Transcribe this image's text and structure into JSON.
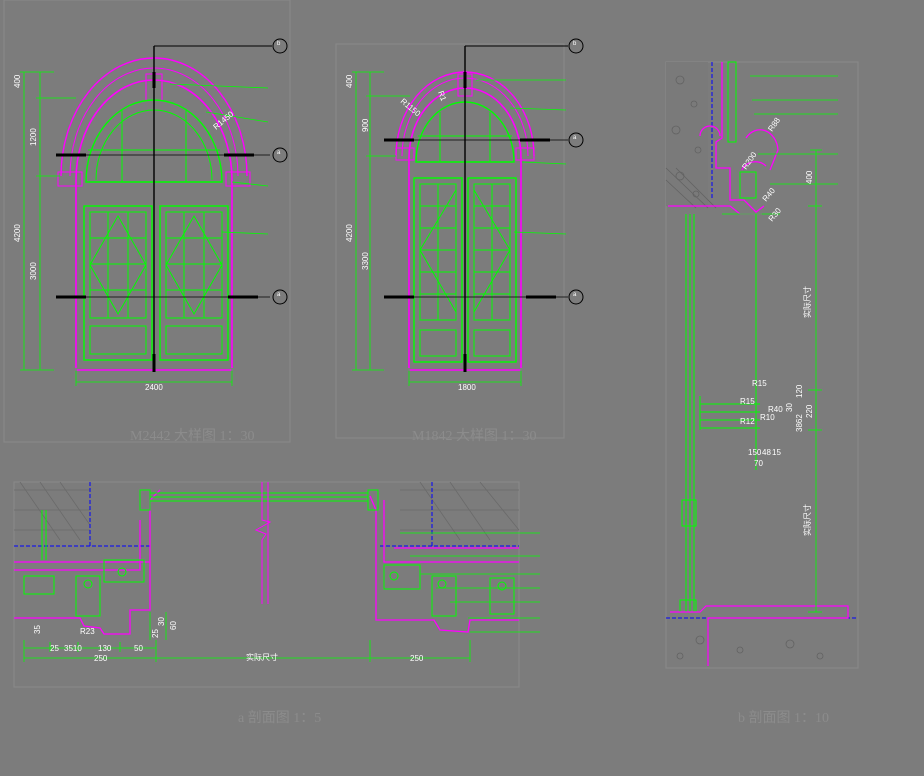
{
  "titles": {
    "m2442": "M2442 大样图  1：30",
    "m1842": "M1842 大样图  1：30",
    "section_a": "a 剖面图  1：5",
    "section_b": "b 剖面图  1：10"
  },
  "m2442": {
    "dims_left": [
      "400",
      "1200",
      "4200",
      "3000"
    ],
    "width": "2400",
    "radius": "R1450"
  },
  "m1842": {
    "dims_left": [
      "400",
      "900",
      "4200",
      "3300"
    ],
    "width": "1800",
    "radius_left": "R1150",
    "radius_top": "R1"
  },
  "section_a": {
    "dims_bottom": [
      "25",
      "3510",
      "130",
      "50",
      "250",
      "250"
    ],
    "dims_right": [
      "25",
      "30",
      "60"
    ],
    "dims_left": [
      "35",
      "R23"
    ],
    "site_size": "实际尺寸"
  },
  "section_b": {
    "dims": [
      "R88",
      "R200",
      "R40",
      "R30",
      "400",
      "R15",
      "R15",
      "R40",
      "R12",
      "R10",
      "150",
      "48",
      "15",
      "70",
      "3862",
      "120",
      "220",
      "30"
    ],
    "site_size_upper": "实际尺寸",
    "site_size_lower": "实际尺寸"
  },
  "markers": [
    "b",
    "a",
    "a",
    "b",
    "a",
    "a"
  ],
  "colors": {
    "background": "#7c7c7c",
    "frame": "#ff00ff",
    "mullion": "#00ff00",
    "dimension": "#00ff00",
    "cut_line": "#000000",
    "leader": "#00ff00",
    "axis": "#0000ff",
    "title": "#8c8c8c"
  }
}
